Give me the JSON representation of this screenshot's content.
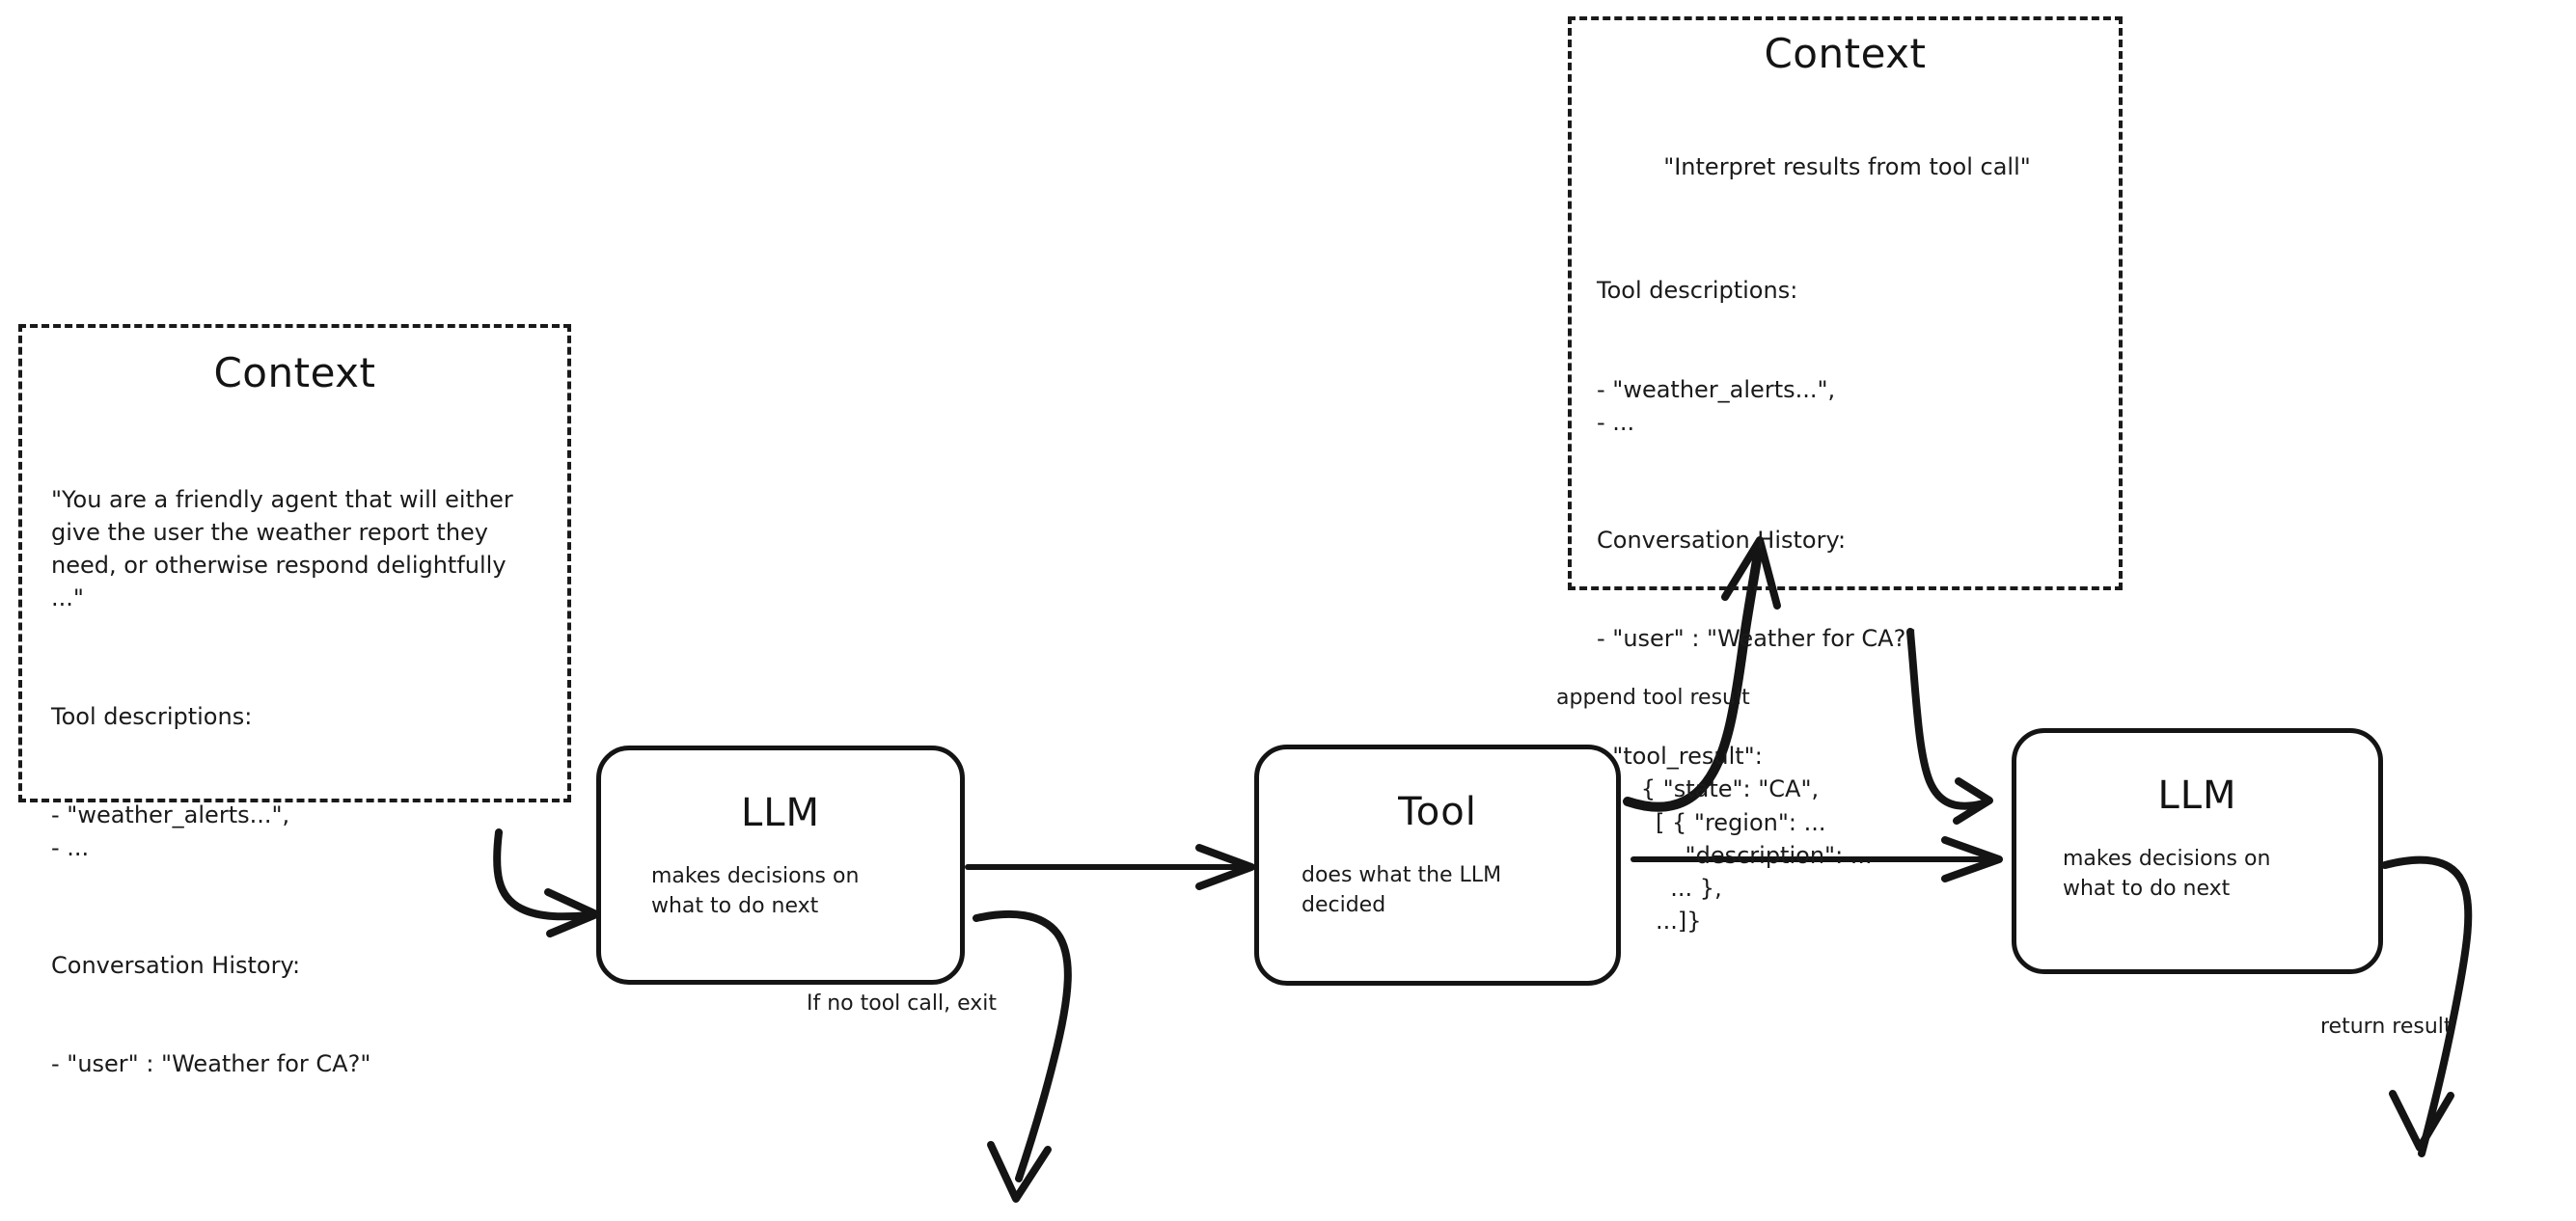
{
  "diagram": {
    "title": "LLM agent loop with tool calling",
    "background_color": "#ffffff",
    "stroke_color": "#141414"
  },
  "context_left": {
    "title": "Context",
    "system_prompt": "\"You are a friendly agent that will either give the user the weather report they need, or otherwise respond delightfully ...\"",
    "tool_descriptions_header": "Tool descriptions:",
    "tool_descriptions_items": "- \"weather_alerts...\",\n- ...",
    "conversation_header": "Conversation History:",
    "conversation_items": "- \"user\" : \"Weather for CA?\""
  },
  "context_right": {
    "title": "Context",
    "system_prompt": "\"Interpret results from tool call\"",
    "tool_descriptions_header": "Tool descriptions:",
    "tool_descriptions_items": "- \"weather_alerts...\",\n- ...",
    "conversation_header": "Conversation History:",
    "conversation_user": "- \"user\" : \"Weather for CA?\"",
    "conversation_tool_result": "- \"tool_result\":\n      { \"state\": \"CA\",\n        [ { \"region\": ...\n            \"description\": ...\n          ... },\n        ...]}"
  },
  "nodes": {
    "llm1": {
      "title": "LLM",
      "subtitle": "makes decisions on\nwhat to do next"
    },
    "tool": {
      "title": "Tool",
      "subtitle": "does what the LLM\ndecided"
    },
    "llm2": {
      "title": "LLM",
      "subtitle": "makes decisions on\nwhat to do next"
    }
  },
  "edge_labels": {
    "append_tool_result": "append tool result",
    "if_no_tool_call_exit": "If no tool call, exit",
    "return_result": "return result"
  }
}
